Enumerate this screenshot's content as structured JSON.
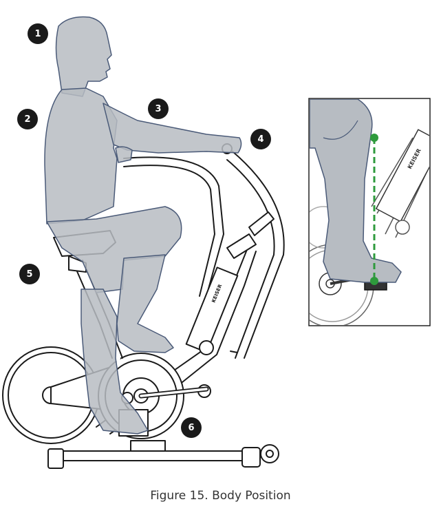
{
  "figure": {
    "caption": "Figure 15. Body Position",
    "brand_mark": "KEISER"
  },
  "callouts": [
    {
      "label": "1"
    },
    {
      "label": "2"
    },
    {
      "label": "3"
    },
    {
      "label": "4"
    },
    {
      "label": "5"
    },
    {
      "label": "6"
    }
  ],
  "colors": {
    "body_fill": "#b7bcc2",
    "body_outline": "#4a5a78",
    "frame_stroke": "#1a1a1a",
    "callout_fill": "#1a1a1a",
    "alignment_line": "#2e9a3c"
  }
}
